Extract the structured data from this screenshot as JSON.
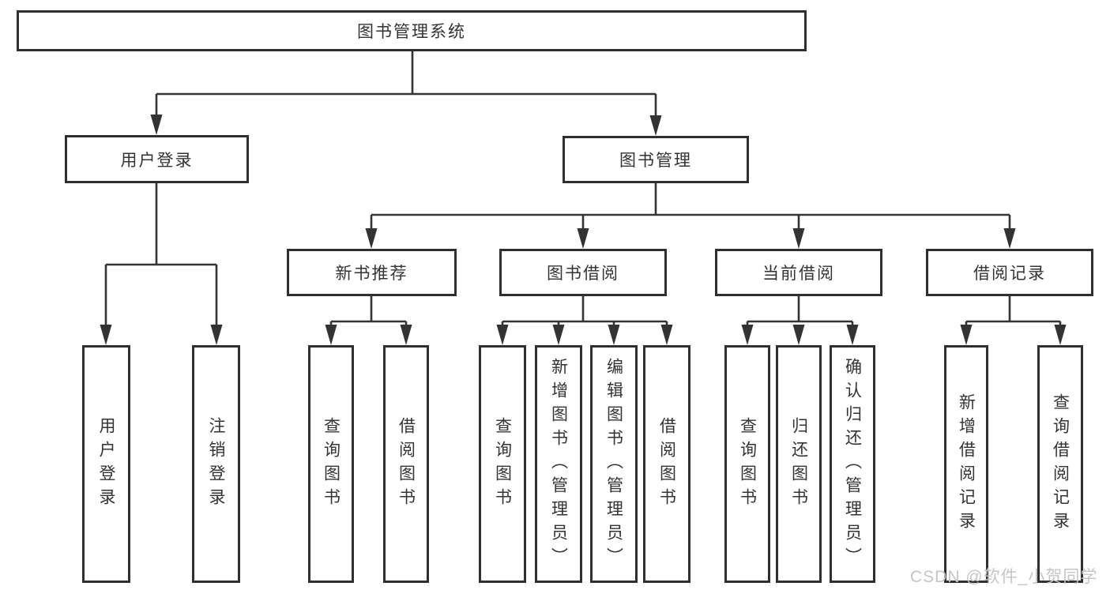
{
  "tree": {
    "label": "图书管理系统",
    "children": [
      {
        "label": "用户登录",
        "children": [
          {
            "label": "用户登录"
          },
          {
            "label": "注销登录"
          }
        ]
      },
      {
        "label": "图书管理",
        "children": [
          {
            "label": "新书推荐",
            "children": [
              {
                "label": "查询图书"
              },
              {
                "label": "借阅图书"
              }
            ]
          },
          {
            "label": "图书借阅",
            "children": [
              {
                "label": "查询图书"
              },
              {
                "label": "新增图书（管理员）"
              },
              {
                "label": "编辑图书（管理员）"
              },
              {
                "label": "借阅图书"
              }
            ]
          },
          {
            "label": "当前借阅",
            "children": [
              {
                "label": "查询图书"
              },
              {
                "label": "归还图书"
              },
              {
                "label": "确认归还（管理员）"
              }
            ]
          },
          {
            "label": "借阅记录",
            "children": [
              {
                "label": "新增借阅记录"
              },
              {
                "label": "查询借阅记录"
              }
            ]
          }
        ]
      }
    ]
  },
  "watermark": "CSDN @软件_小贺同学",
  "colors": {
    "node_border": "#2f2f2f",
    "connector_line": "#333333",
    "text": "#333333",
    "watermark": "#c5c5c5",
    "background": "#ffffff"
  }
}
